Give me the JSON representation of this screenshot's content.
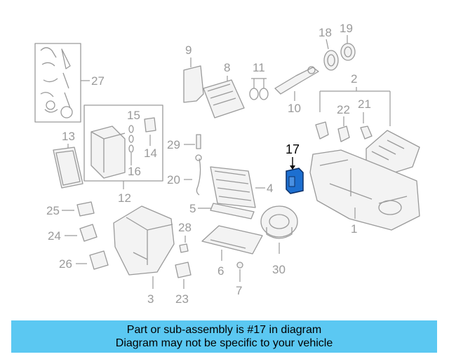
{
  "callouts": {
    "c1": "1",
    "c2": "2",
    "c3": "3",
    "c4": "4",
    "c5": "5",
    "c6": "6",
    "c7": "7",
    "c8": "8",
    "c9": "9",
    "c10": "10",
    "c11": "11",
    "c12": "12",
    "c13": "13",
    "c14": "14",
    "c15": "15",
    "c16": "16",
    "c17": "17",
    "c18": "18",
    "c19": "19",
    "c20": "20",
    "c21": "21",
    "c22": "22",
    "c23": "23",
    "c24": "24",
    "c25": "25",
    "c26": "26",
    "c27": "27",
    "c28": "28",
    "c29": "29",
    "c30": "30"
  },
  "highlight": {
    "color": "#1d6fd0"
  },
  "banner": {
    "line1": "Part or sub-assembly is #17 in diagram",
    "line2": "Diagram may not be specific to your vehicle",
    "color": "#5bc8f2"
  }
}
